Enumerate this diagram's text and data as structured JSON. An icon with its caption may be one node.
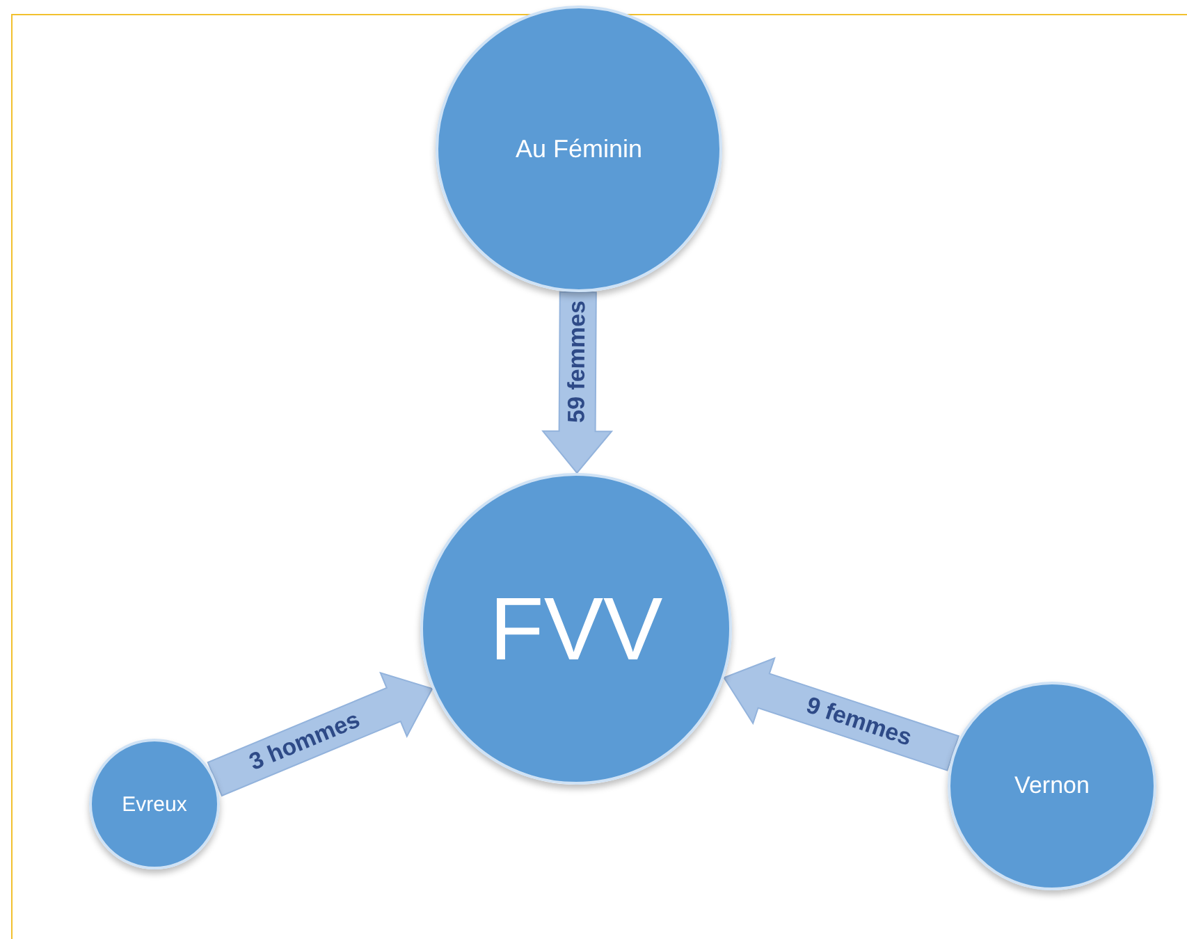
{
  "diagram": {
    "nodes": [
      {
        "text": [
          "Au Féminin"
        ]
      },
      {
        "text": [
          "FVV"
        ]
      },
      {
        "text": [
          "Evreux"
        ]
      },
      {
        "text": [
          "Vernon"
        ]
      }
    ],
    "edges": [
      {
        "from": 0,
        "to": 1,
        "arrow": "to",
        "label": "59 femmes",
        "style": "thick"
      },
      {
        "from": 2,
        "to": 1,
        "arrow": "to",
        "label": "3 hommes",
        "style": "thick"
      },
      {
        "from": 3,
        "to": 1,
        "arrow": "to",
        "label": "9 femmes",
        "style": "thick"
      }
    ]
  }
}
